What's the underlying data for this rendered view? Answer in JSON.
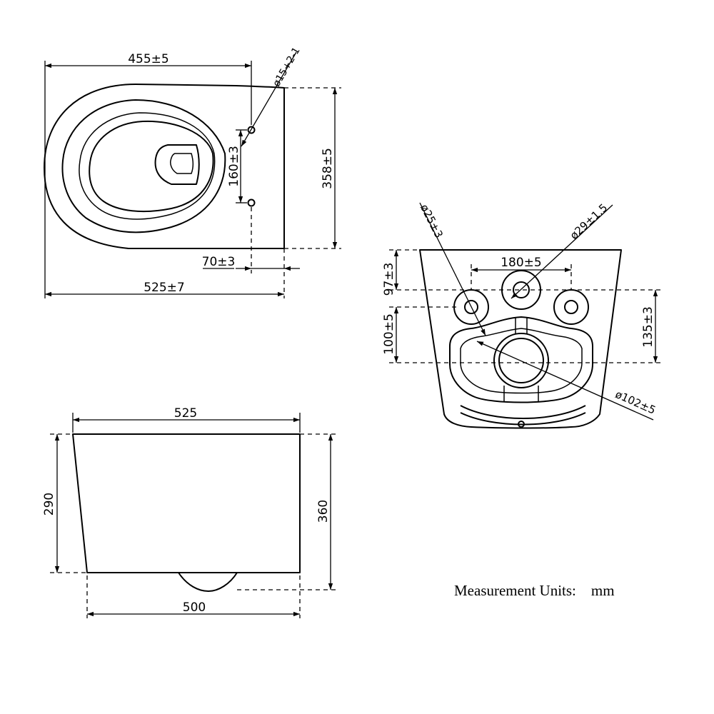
{
  "top_view": {
    "width_upper": "455±5",
    "hole_diameter": "ø15+2-1",
    "hole_spacing": "160±3",
    "depth": "358±5",
    "rear_offset": "70±3",
    "width_overall": "525±7"
  },
  "rear_view": {
    "inlet_diameter": "ø25±3",
    "flush_diameter": "ø29±1.5",
    "bolt_spacing": "180±5",
    "height_top": "97±3",
    "height_mid": "100±5",
    "height_right": "135±3",
    "outlet_diameter": "ø102±5"
  },
  "side_view": {
    "length_top": "525",
    "height_left": "290",
    "height_right": "360",
    "length_bottom": "500"
  },
  "note": "Measurement Units:    mm"
}
